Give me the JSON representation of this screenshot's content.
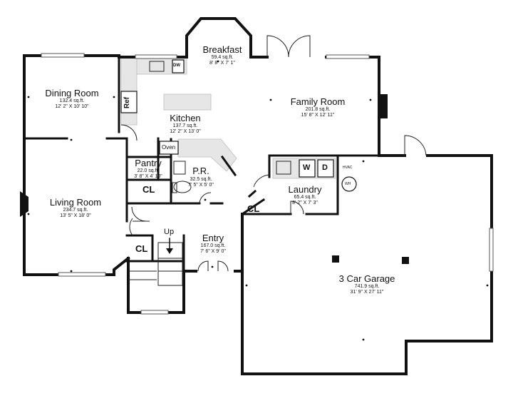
{
  "rooms": {
    "breakfast": {
      "name": "Breakfast",
      "area": "59.4 sq.ft.",
      "dims": "8' 8\" X 7' 1\""
    },
    "family_room": {
      "name": "Family Room",
      "area": "201.8 sq.ft.",
      "dims": "15' 8\" X 12' 11\""
    },
    "dining_room": {
      "name": "Dining Room",
      "area": "132.4 sq.ft.",
      "dims": "12' 2\" X 10' 10\""
    },
    "kitchen": {
      "name": "Kitchen",
      "area": "137.7 sq.ft.",
      "dims": "12' 2\" X 13' 0\""
    },
    "pantry": {
      "name": "Pantry",
      "area": "22.0 sq.ft.",
      "dims": "3' 8\" X 4' 10\""
    },
    "powder_room": {
      "name": "P.R.",
      "area": "32.5 sq.ft.",
      "dims": "7' 5\" X 5' 0\""
    },
    "laundry": {
      "name": "Laundry",
      "area": "65.4 sq.ft.",
      "dims": "8' 2\" X 7' 3\""
    },
    "living_room": {
      "name": "Living Room",
      "area": "234.7 sq.ft.",
      "dims": "13' 5\" X 18' 0\""
    },
    "entry": {
      "name": "Entry",
      "area": "167.0 sq.ft.",
      "dims": "7' 6\" X 9' 0\""
    },
    "garage": {
      "name": "3 Car Garage",
      "area": "741.9 sq.ft.",
      "dims": "31' 9\" X 27' 11\""
    }
  },
  "closets": {
    "pantry_cl": "CL",
    "laundry_cl": "CL",
    "stair_cl": "CL"
  },
  "stairs": {
    "label": "Up"
  },
  "appliances": {
    "dishwasher": "DW",
    "refrigerator": "Ref",
    "oven": "Oven",
    "washer": "W",
    "dryer": "D",
    "hvac": "HVAC",
    "water_heater": "WH"
  }
}
